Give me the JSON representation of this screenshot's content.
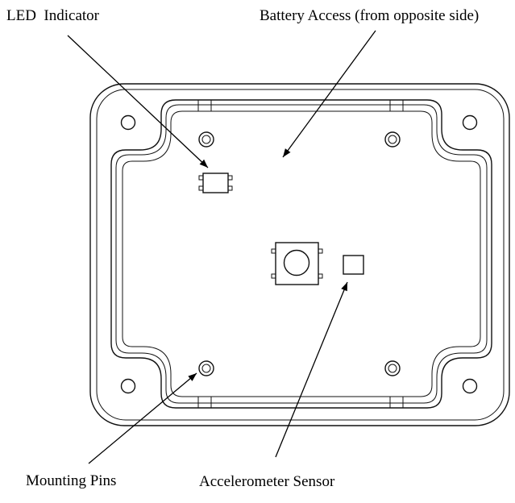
{
  "labels": {
    "led_indicator": "LED  Indicator",
    "battery_access": "Battery Access (from opposite side)",
    "mounting_pins": "Mounting Pins",
    "accelerometer_sensor": "Accelerometer Sensor"
  },
  "colors": {
    "line": "#111111",
    "background": "#ffffff"
  },
  "icons": {
    "arrowhead": "arrowhead-icon",
    "button": "push-button-icon",
    "led": "led-component-icon",
    "sensor": "accelerometer-chip-icon"
  }
}
